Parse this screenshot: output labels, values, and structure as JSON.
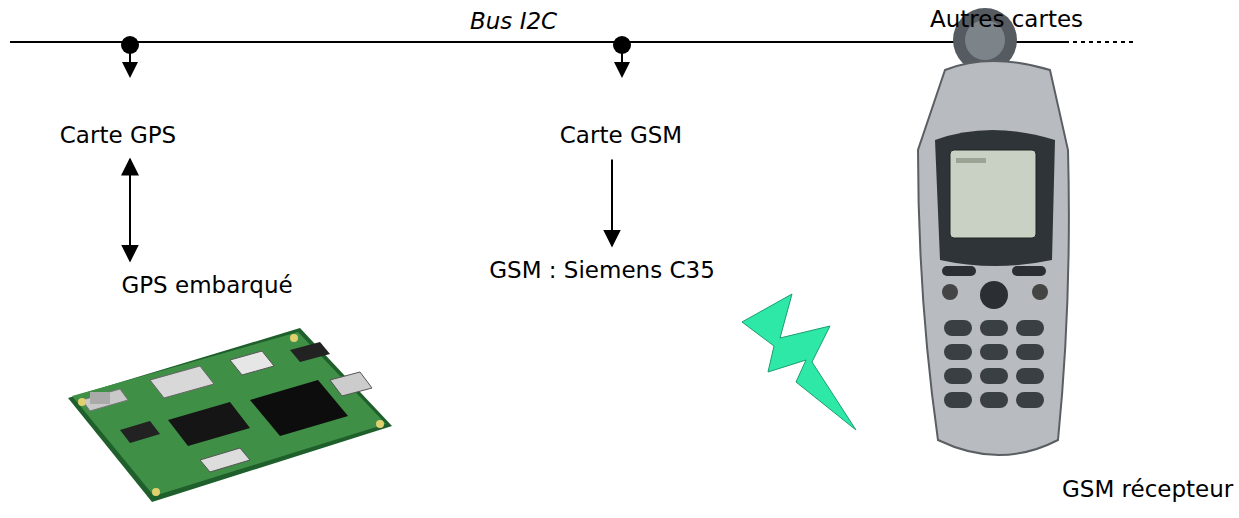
{
  "diagram": {
    "nodes": [
      {
        "text": [
          "Carte GPS"
        ]
      },
      {
        "text": [
          "GPS embarqué"
        ]
      },
      {
        "text": [
          "Carte GSM"
        ]
      },
      {
        "text": [
          "GSM : Siemens C35"
        ]
      }
    ],
    "edges": [
      {
        "from": 0,
        "to": 1,
        "arrow": "both"
      },
      {
        "from": 2,
        "to": 3,
        "arrow": "to"
      }
    ],
    "labels": [
      "Bus I2C",
      "Autres cartes",
      "GSM récepteur"
    ]
  }
}
